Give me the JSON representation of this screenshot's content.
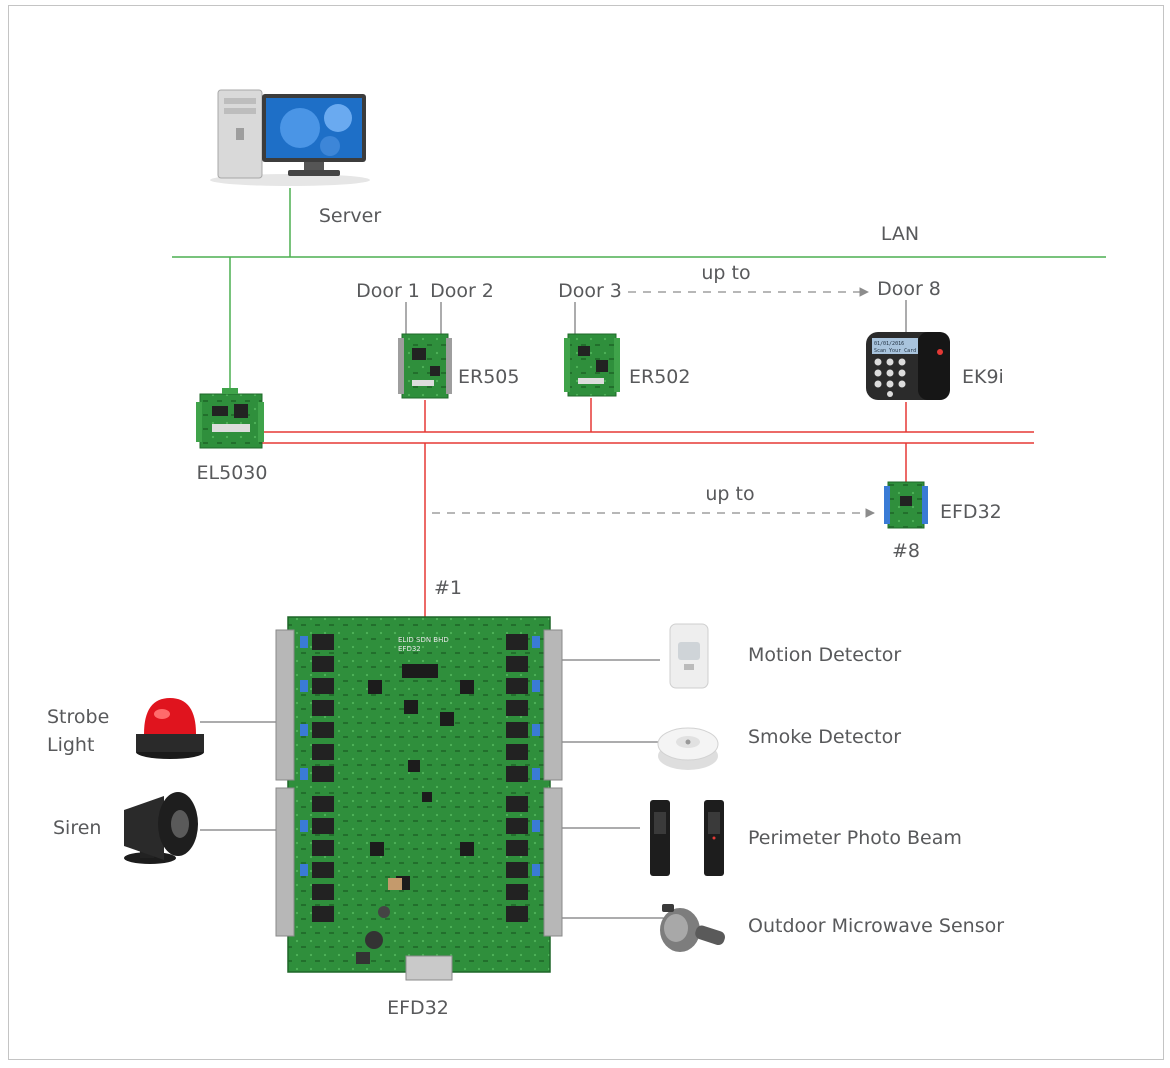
{
  "labels": {
    "server": "Server",
    "lan": "LAN",
    "door1": "Door 1",
    "door2": "Door 2",
    "door3": "Door 3",
    "up_to_1": "up to",
    "door8": "Door 8",
    "er505": "ER505",
    "er502": "ER502",
    "ek9i": "EK9i",
    "el5030": "EL5030",
    "up_to_2": "up to",
    "efd32_small": "EFD32",
    "hash8": "#8",
    "hash1": "#1",
    "strobe_1": "Strobe",
    "strobe_2": "Light",
    "siren": "Siren",
    "motion": "Motion Detector",
    "smoke": "Smoke Detector",
    "photo_beam": "Perimeter Photo Beam",
    "microwave": "Outdoor Microwave Sensor",
    "efd32_main": "EFD32"
  },
  "board_text": {
    "brand": "ELID SDN BHD",
    "model": "EFD32",
    "screen_line1": "01/01/2016",
    "screen_line2": "Scan Your Card"
  },
  "colors": {
    "lan_line": "#4caf50",
    "bus_line": "#e53935",
    "connector": "#58595b",
    "dashed": "#8c8c8c",
    "pcb": "#2e8b3a",
    "terminal": "#3a7bd5"
  }
}
